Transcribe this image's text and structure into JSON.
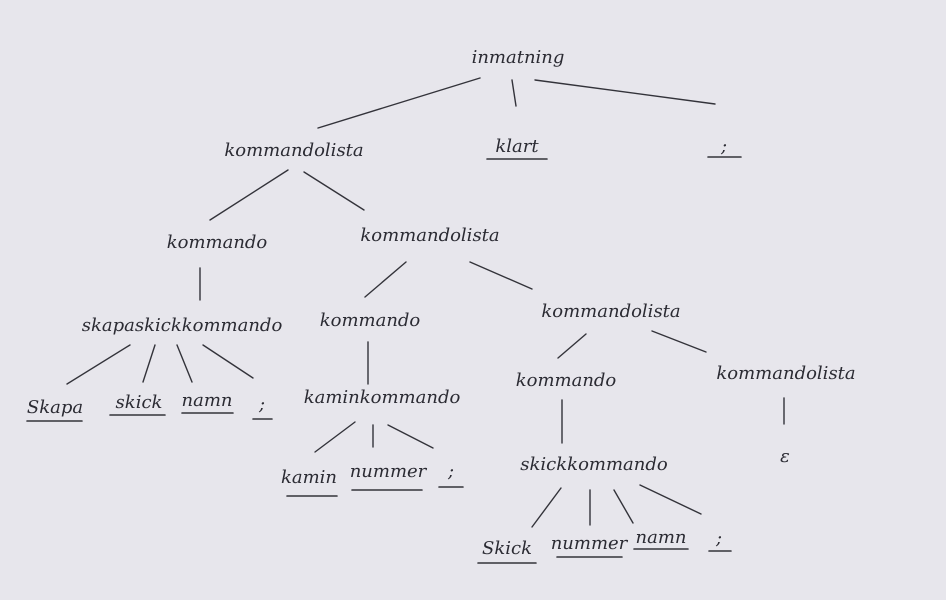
{
  "tree": {
    "nodes": {
      "inmatning": "inmatning",
      "kl1": "kommandolista",
      "klart": "klart",
      "semi_root": ";",
      "kommando1": "kommando",
      "kl2": "kommandolista",
      "skapaskickkommando": "skapaskickkommando",
      "kommando2": "kommando",
      "kl3": "kommandolista",
      "skapa": "Skapa",
      "skick1": "skick",
      "namn1": "namn",
      "semi1": ";",
      "kaminkommando": "kaminkommando",
      "kommando3": "kommando",
      "kl4": "kommandolista",
      "kamin": "kamin",
      "nummer1": "nummer",
      "semi2": ";",
      "skickkommando": "skickkommando",
      "epsilon": "ε",
      "skick2": "Skick",
      "nummer2": "nummer",
      "namn2": "namn",
      "semi3": ";"
    }
  }
}
